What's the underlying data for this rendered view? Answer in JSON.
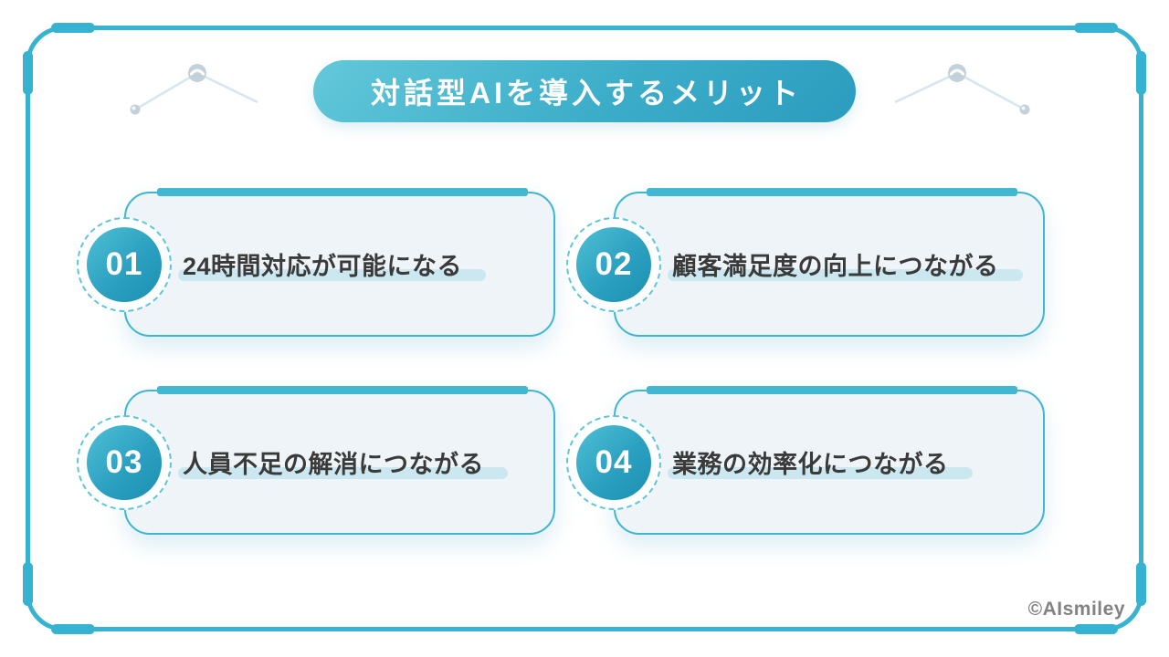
{
  "title": "対話型AIを導入するメリット",
  "watermark": "©AIsmiley",
  "cards": [
    {
      "number": "01",
      "label": "24時間対応が可能になる"
    },
    {
      "number": "02",
      "label": "顧客満足度の向上につながる"
    },
    {
      "number": "03",
      "label": "人員不足の解消につながる"
    },
    {
      "number": "04",
      "label": "業務の効率化につながる"
    }
  ],
  "colors": {
    "accent": "#36b3d0",
    "accent_light": "#5fc5d9",
    "title_gradient_start": "#63c8da",
    "title_gradient_end": "#2b9cbe",
    "card_bg": "#eef4f7",
    "label_highlight": "#cbe8f1",
    "text": "#3a3a3a",
    "watermark_gray": "#828282"
  }
}
